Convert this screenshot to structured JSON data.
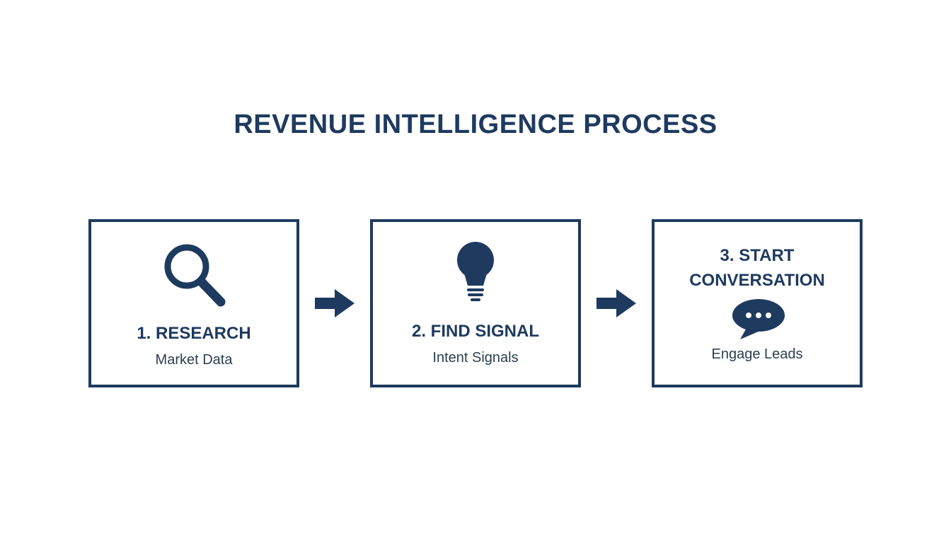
{
  "page": {
    "title": "REVENUE INTELLIGENCE PROCESS"
  },
  "colors": {
    "navy": "#1e3a5f",
    "subtitle_text": "#2c3e50",
    "background": "#ffffff"
  },
  "steps": [
    {
      "title": "1. RESEARCH",
      "subtitle": "Market Data",
      "icon": "search-icon"
    },
    {
      "title": "2. FIND SIGNAL",
      "subtitle": "Intent Signals",
      "icon": "lightbulb-icon"
    },
    {
      "title": "3. START CONVERSATION",
      "subtitle": "Engage Leads",
      "icon": "chat-bubble-icon"
    }
  ],
  "connectors": [
    {
      "icon": "right-arrow-icon"
    },
    {
      "icon": "right-arrow-icon"
    }
  ]
}
